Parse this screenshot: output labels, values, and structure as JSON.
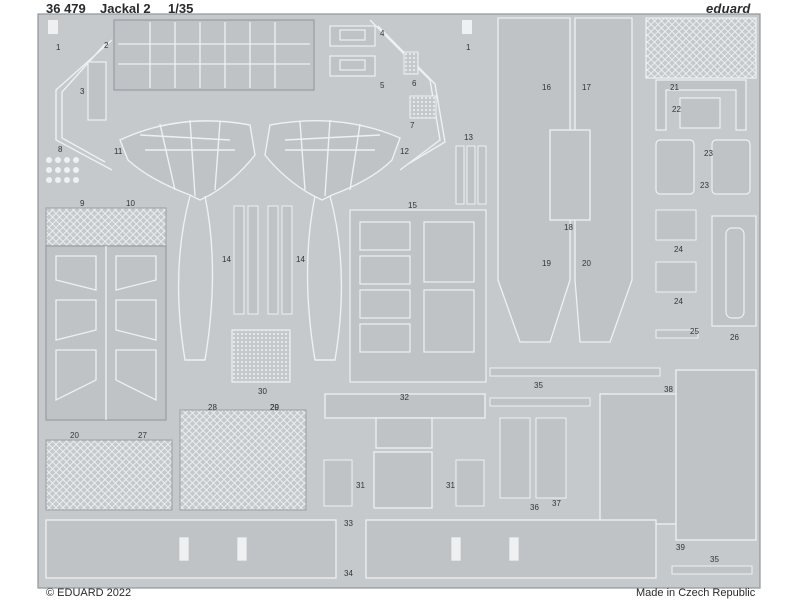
{
  "sheet": {
    "header": {
      "code": "36 479",
      "title": "Jackal 2",
      "scale": "1/35",
      "brand": "eduard"
    },
    "footer": {
      "copyright": "© EDUARD 2022",
      "origin": "Made in Czech Republic"
    },
    "part_numbers": [
      "1",
      "1",
      "2",
      "3",
      "4",
      "5",
      "6",
      "7",
      "8",
      "9",
      "10",
      "11",
      "12",
      "13",
      "14",
      "14",
      "15",
      "16",
      "17",
      "18",
      "19",
      "20",
      "20",
      "20",
      "21",
      "22",
      "23",
      "23",
      "24",
      "24",
      "25",
      "26",
      "27",
      "28",
      "29",
      "30",
      "31",
      "31",
      "32",
      "33",
      "34",
      "35",
      "35",
      "36",
      "37",
      "38",
      "39"
    ],
    "colors": {
      "fret": "#c5c9cc",
      "sheet_edge": "#9aa0a5",
      "etch_line": "#f2f4f5",
      "shadow": "#8f969b"
    }
  }
}
